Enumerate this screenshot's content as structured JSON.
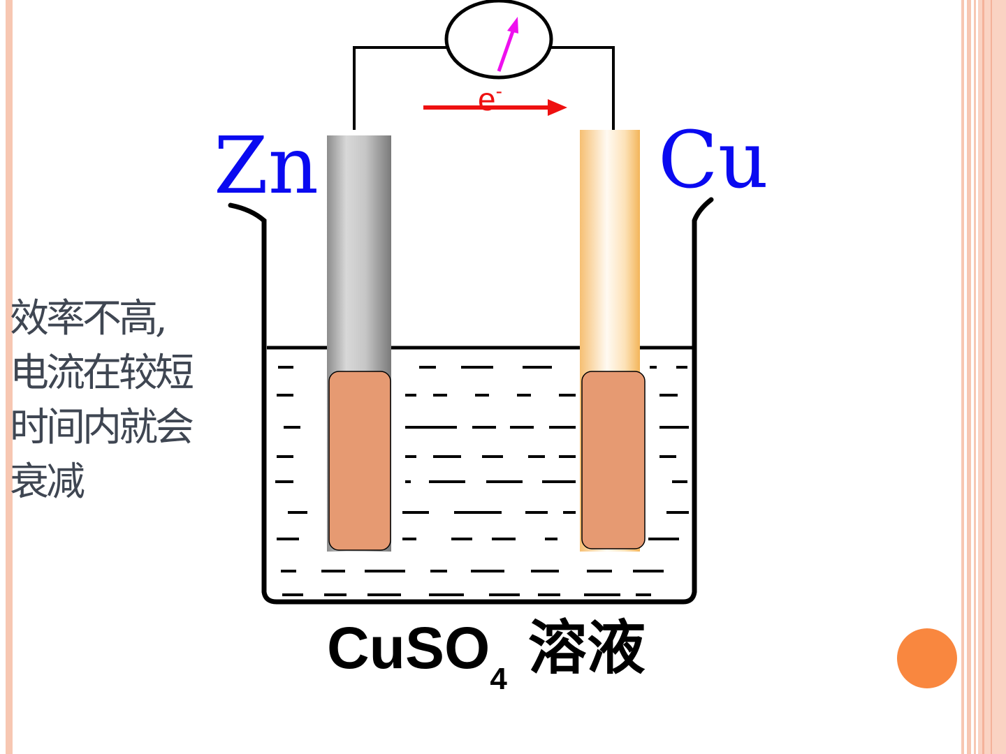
{
  "electrodes": {
    "anode_label": "Zn",
    "cathode_label": "Cu"
  },
  "electron_label": {
    "base": "e",
    "sup": "-"
  },
  "note_lines": [
    "效率不高,",
    "电流在较短",
    "时间内就会",
    "衰减"
  ],
  "solution": {
    "formula_main": "CuSO",
    "formula_sub": "4",
    "name": "溶液"
  },
  "colors": {
    "label_blue": "#0a0af0",
    "arrow_red": "#ee1010",
    "needle_magenta": "#ee10ee",
    "deposit_copper": "#e69a72",
    "accent_orange": "#f9873f",
    "border_peach": "#f7c7b2"
  }
}
